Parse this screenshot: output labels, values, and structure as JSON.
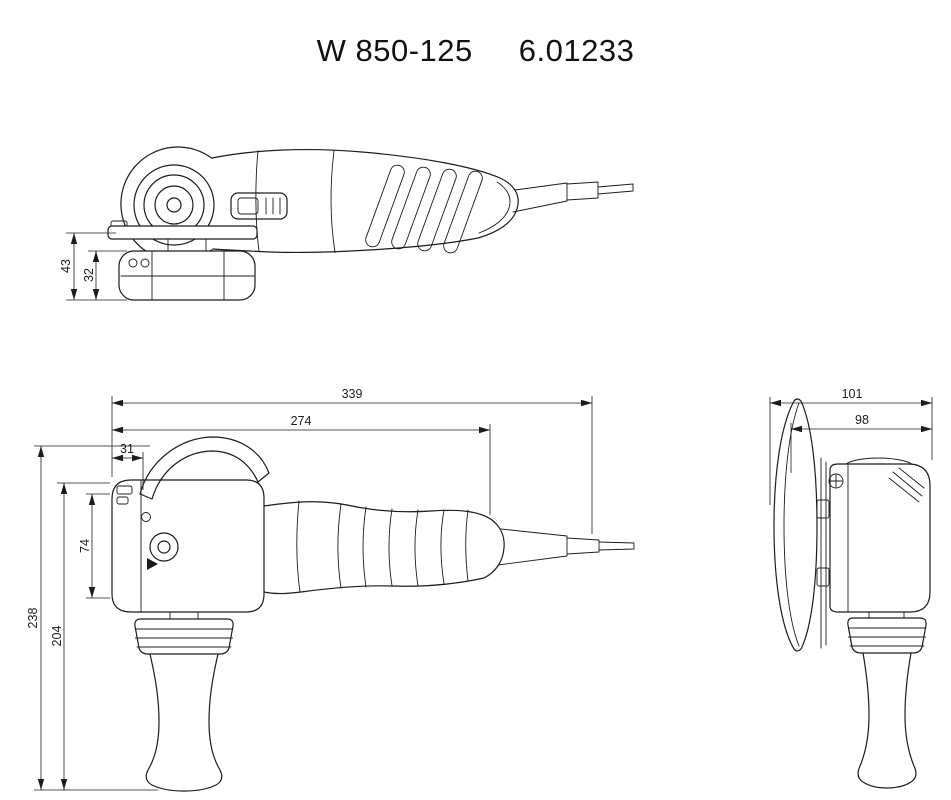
{
  "page": {
    "background": "#ffffff",
    "line_color": "#1c1c1c"
  },
  "header": {
    "model": "W 850-125",
    "article_number": "6.01233"
  },
  "drawing": {
    "top_side_view": {
      "dim_43": "43",
      "dim_32": "32"
    },
    "main_side_view": {
      "dim_339": "339",
      "dim_274": "274",
      "dim_31": "31",
      "dim_74": "74",
      "dim_238": "238",
      "dim_204": "204"
    },
    "front_view": {
      "dim_101": "101",
      "dim_98": "98"
    }
  }
}
